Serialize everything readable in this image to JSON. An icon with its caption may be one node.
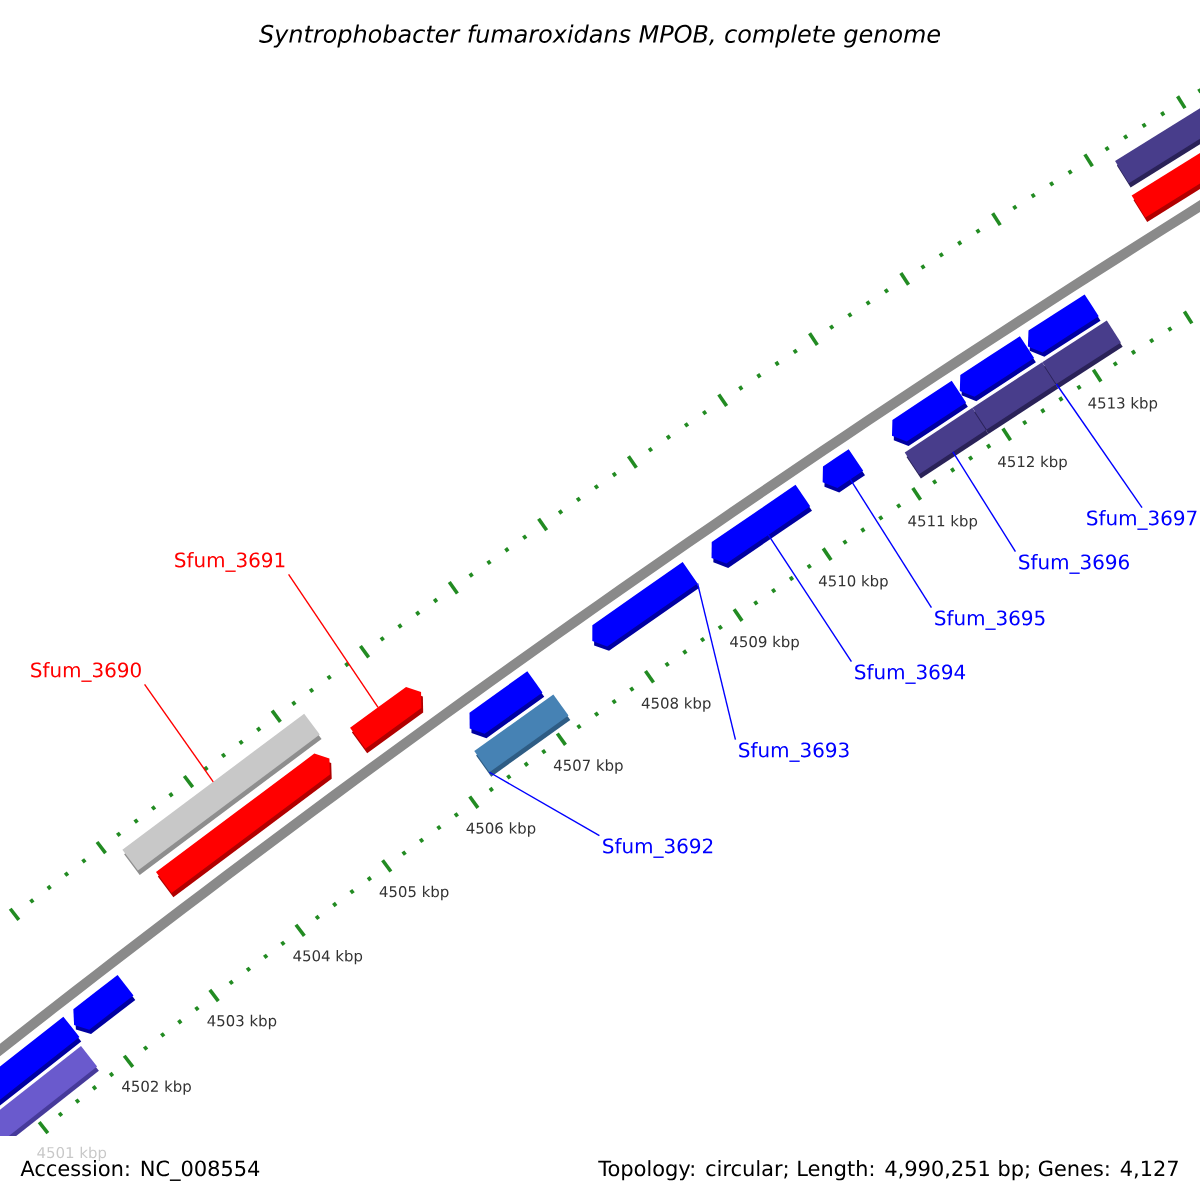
{
  "diagram": {
    "title": "Syntrophobacter fumaroxidans MPOB, complete genome",
    "nodes": [
      {
        "text": [
          "Sfum_3690"
        ]
      },
      {
        "text": [
          "Sfum_3691"
        ]
      },
      {
        "text": [
          "Sfum_3692"
        ]
      },
      {
        "text": [
          "Sfum_3693"
        ]
      },
      {
        "text": [
          "Sfum_3694"
        ]
      },
      {
        "text": [
          "Sfum_3695"
        ]
      },
      {
        "text": [
          "Sfum_3696"
        ]
      },
      {
        "text": [
          "Sfum_3697"
        ]
      },
      {
        "text": [],
        "shape": "bar"
      },
      {
        "text": [],
        "shape": "pentagon"
      },
      {
        "text": [],
        "shape": "pentagon"
      },
      {
        "text": [],
        "shape": "bar"
      },
      {
        "text": [],
        "shape": "pentagon"
      },
      {
        "text": [],
        "shape": "pentagon"
      },
      {
        "text": [],
        "shape": "bar"
      },
      {
        "text": [],
        "shape": "pentagon"
      },
      {
        "text": [],
        "shape": "pentagon"
      },
      {
        "text": [],
        "shape": "pentagon"
      },
      {
        "text": [],
        "shape": "pentagon"
      },
      {
        "text": [],
        "shape": "bar"
      },
      {
        "text": [],
        "shape": "pentagon"
      },
      {
        "text": [],
        "shape": "bar"
      },
      {
        "text": [],
        "shape": "pentagon"
      },
      {
        "text": [],
        "shape": "bar"
      },
      {
        "text": [],
        "shape": "pentagon"
      },
      {
        "text": [],
        "shape": "bar"
      },
      {
        "text": [],
        "shape": "bar"
      }
    ],
    "edges": [
      {
        "from": 0,
        "to": 11,
        "arrow": "none",
        "color": "#ff0000"
      },
      {
        "from": 1,
        "to": 13,
        "arrow": "none",
        "color": "#ff0000"
      },
      {
        "from": 2,
        "to": 14,
        "arrow": "none"
      },
      {
        "from": 3,
        "to": 16,
        "arrow": "none"
      },
      {
        "from": 4,
        "to": 17,
        "arrow": "none"
      },
      {
        "from": 5,
        "to": 18,
        "arrow": "none"
      },
      {
        "from": 6,
        "to": 19,
        "arrow": "none"
      },
      {
        "from": 7,
        "to": 21,
        "arrow": "none"
      }
    ],
    "labels": [
      "4501 kbp",
      "4502 kbp",
      "4503 kbp",
      "4504 kbp",
      "4505 kbp",
      "4506 kbp",
      "4507 kbp",
      "4508 kbp",
      "4509 kbp",
      "4510 kbp",
      "4511 kbp",
      "4512 kbp",
      "4513 kbp",
      "Accession: NC_008554",
      "Topology: circular; Length: 4,990,251 bp; Genes: 4,127"
    ]
  }
}
